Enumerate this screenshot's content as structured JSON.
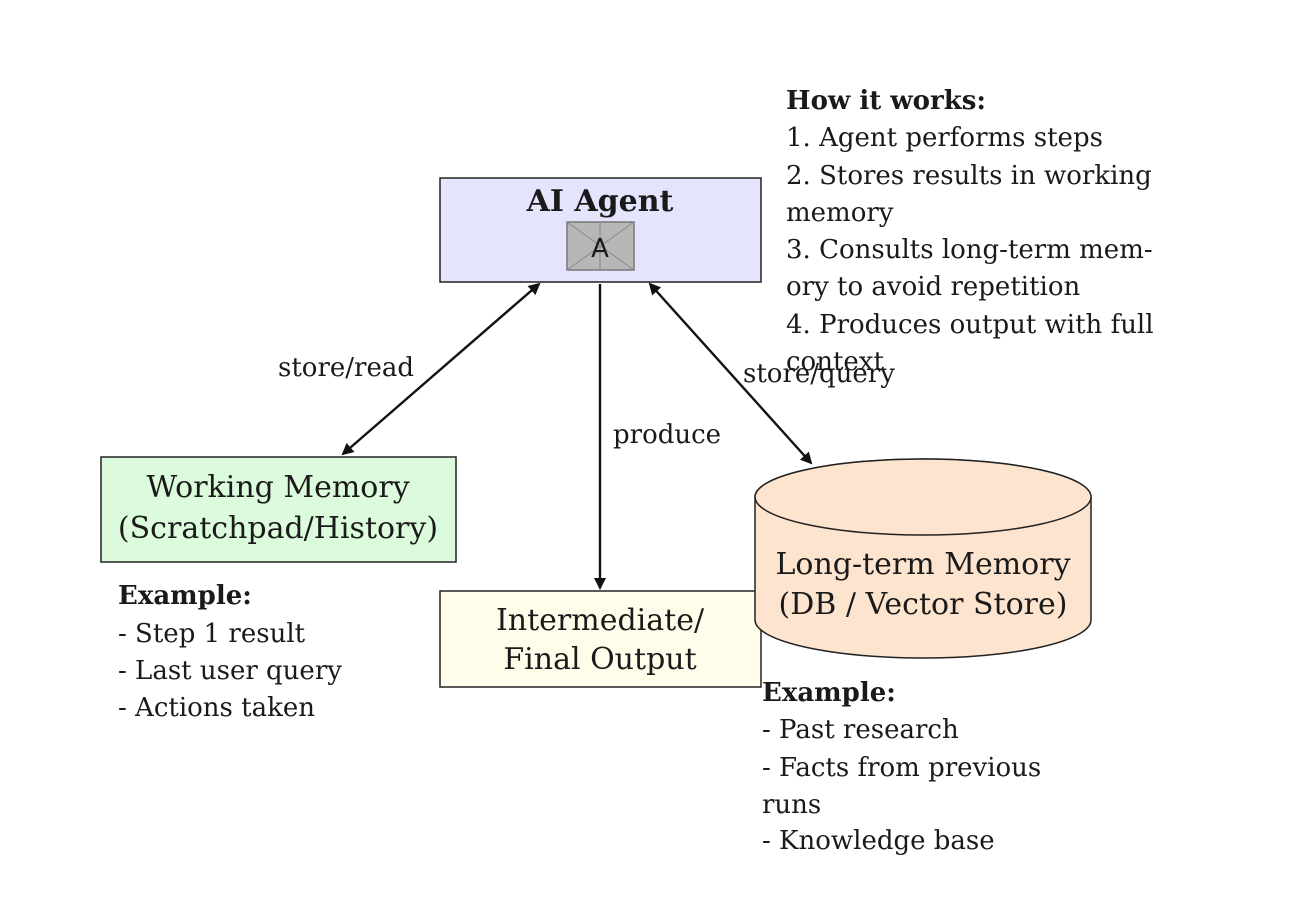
{
  "nodes": {
    "agent": {
      "title": "AI Agent",
      "icon_glyph": "A",
      "fill": "#e4e4fc"
    },
    "working_memory": {
      "lines": [
        "Working Memory",
        "(Scratchpad/History)"
      ],
      "fill": "#dcfbdc"
    },
    "output": {
      "lines": [
        "Intermediate/",
        "Final Output"
      ],
      "fill": "#fffdea"
    },
    "long_term_memory": {
      "lines": [
        "Long-term Memory",
        "(DB / Vector Store)"
      ],
      "fill": "#fde4cf"
    }
  },
  "edges": {
    "store_read": "store/read",
    "produce": "produce",
    "store_query": "store/query"
  },
  "how_it_works": {
    "title": "How it works:",
    "lines": [
      "1.  Agent performs steps",
      "2.  Stores results in working",
      "memory",
      "3.  Consults long-term mem-",
      "ory to avoid repetition",
      "4.  Produces output with full",
      "context"
    ]
  },
  "working_example": {
    "title": "Example:",
    "lines": [
      "- Step 1 result",
      "- Last user query",
      "- Actions taken"
    ]
  },
  "longterm_example": {
    "title": "Example:",
    "lines": [
      "- Past research",
      "- Facts from previous",
      "runs",
      "- Knowledge base"
    ]
  }
}
